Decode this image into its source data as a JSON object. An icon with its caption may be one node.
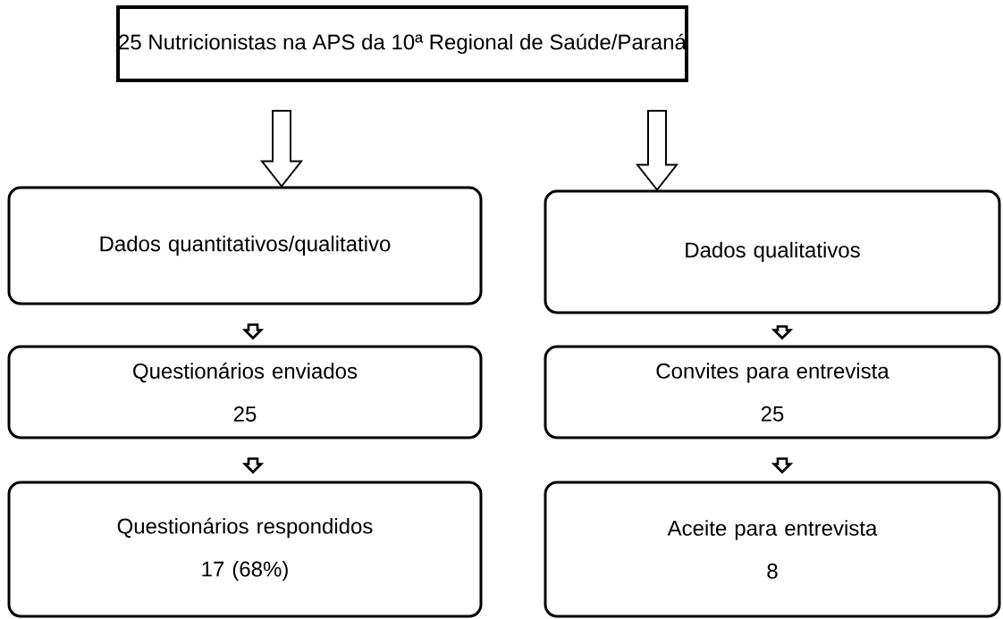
{
  "diagram": {
    "nodes": [
      {
        "text": [
          "25 Nutricionistas na APS da 10ª Regional de Saúde/Paraná"
        ]
      },
      {
        "text": [
          "Dados quantitativos/qualitativo"
        ]
      },
      {
        "text": [
          "Questionários enviados",
          "25"
        ]
      },
      {
        "text": [
          "Questionários respondidos",
          "17 (68%)"
        ]
      },
      {
        "text": [
          "Dados qualitativos"
        ]
      },
      {
        "text": [
          "Convites para entrevista",
          "25"
        ]
      },
      {
        "text": [
          "Aceite para entrevista",
          "8"
        ]
      }
    ],
    "edges": [
      {
        "from": 0,
        "to": 1,
        "arrow": "to"
      },
      {
        "from": 0,
        "to": 4,
        "arrow": "to"
      },
      {
        "from": 1,
        "to": 2,
        "arrow": "to"
      },
      {
        "from": 2,
        "to": 3,
        "arrow": "to"
      },
      {
        "from": 4,
        "to": 5,
        "arrow": "to"
      },
      {
        "from": 5,
        "to": 6,
        "arrow": "to"
      }
    ]
  }
}
